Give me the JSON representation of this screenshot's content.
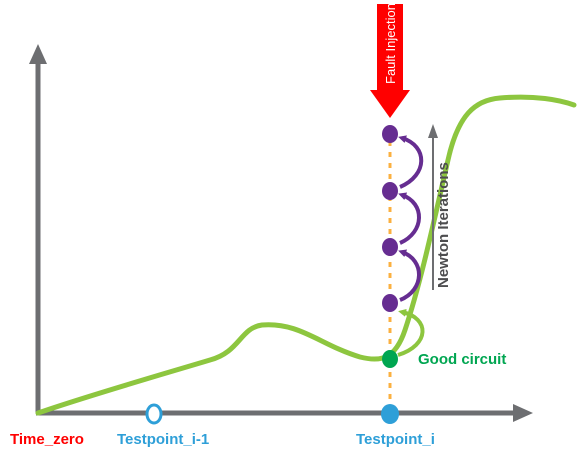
{
  "labels": {
    "time_zero": "Time_zero",
    "testpoint_prev": "Testpoint_i-1",
    "testpoint_curr": "Testpoint_i",
    "good_circuit": "Good circuit",
    "fault_injection": "Fault Injection",
    "newton_iterations": "Newton Iterations"
  },
  "colors": {
    "axis": "#6d6e71",
    "curve": "#8dc63f",
    "fault": "#ff0000",
    "iteration_dot": "#662d91",
    "good_dot": "#00a651",
    "testpoint": "#2e9fd8",
    "dotted_line": "#fbb040",
    "newton_arrow": "#6d6e71"
  }
}
